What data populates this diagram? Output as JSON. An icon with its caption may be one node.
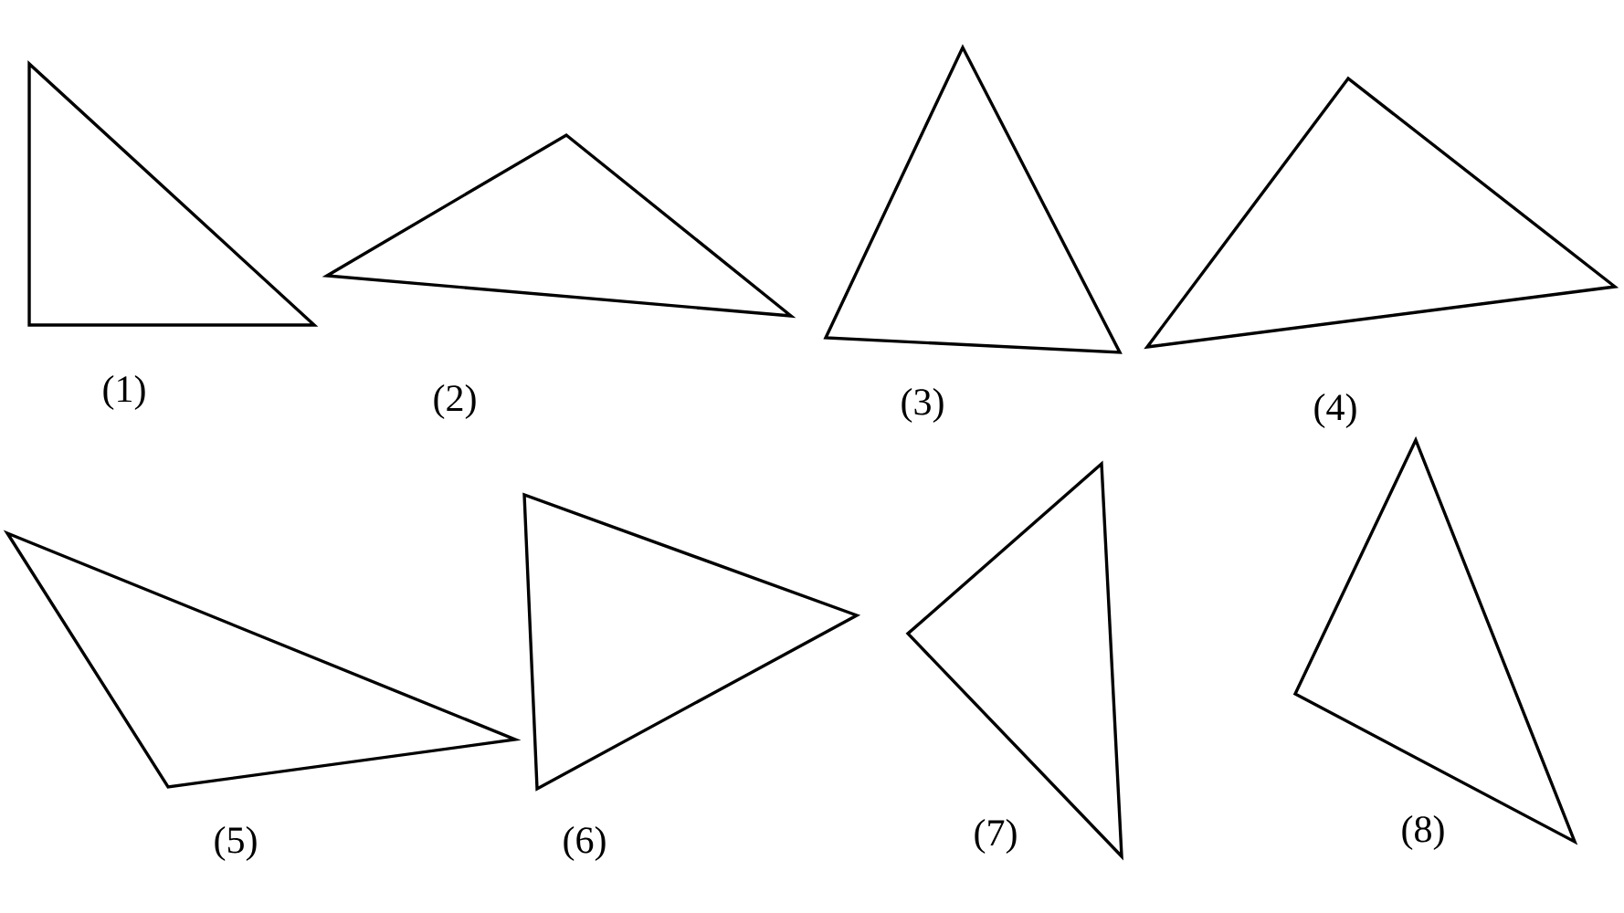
{
  "diagram": {
    "nodes": [
      {
        "text": [],
        "shape": "triangle"
      },
      {
        "text": [],
        "shape": "triangle"
      },
      {
        "text": [],
        "shape": "triangle"
      },
      {
        "text": [],
        "shape": "triangle"
      },
      {
        "text": [],
        "shape": "triangle"
      },
      {
        "text": [],
        "shape": "triangle"
      },
      {
        "text": [],
        "shape": "triangle"
      },
      {
        "text": [],
        "shape": "triangle"
      }
    ],
    "labels": [
      "(1)",
      "(2)",
      "(3)",
      "(4)",
      "(5)",
      "(6)",
      "(7)",
      "(8)"
    ]
  }
}
